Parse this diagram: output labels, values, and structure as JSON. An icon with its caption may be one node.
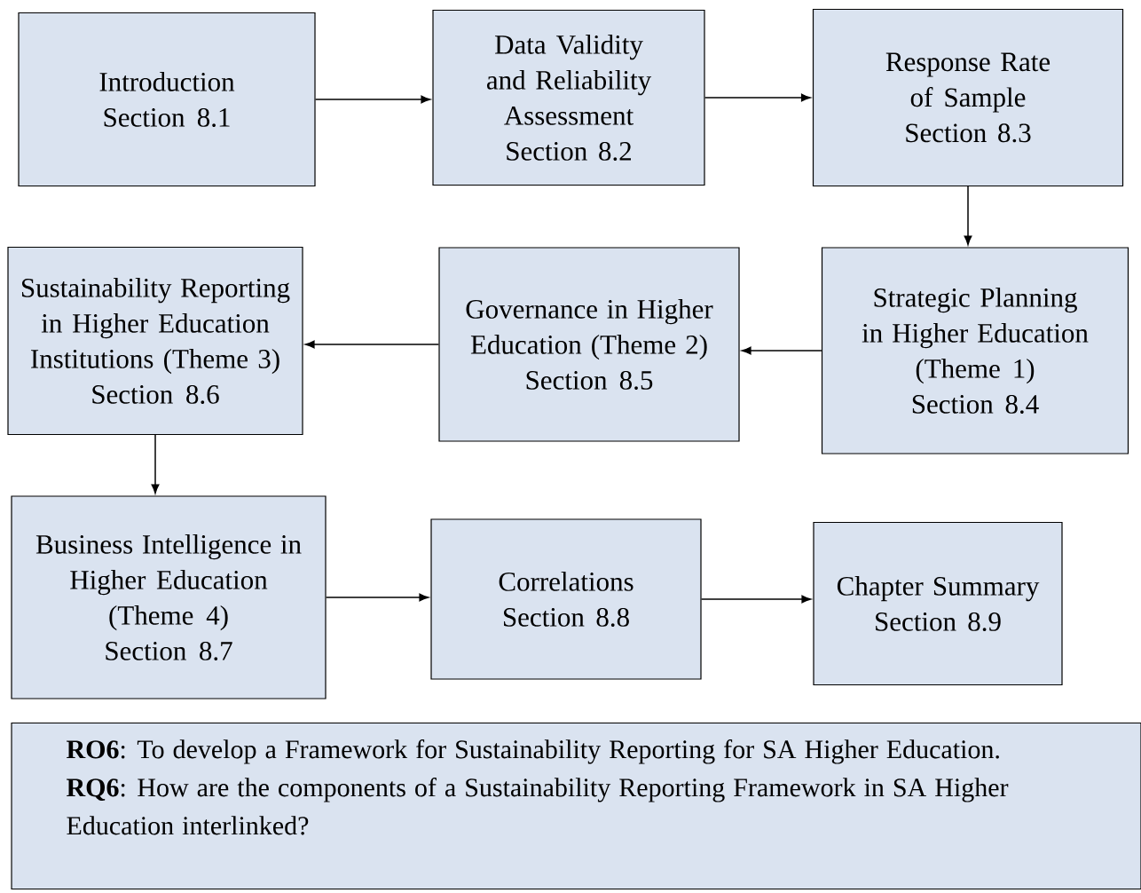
{
  "diagram": {
    "nodes": [
      {
        "text": [
          "Introduction",
          "Section 8.1"
        ]
      },
      {
        "text": [
          "Data Validity and Reliability Assessment",
          "Section 8.2"
        ]
      },
      {
        "text": [
          "Response Rate of Sample",
          "Section 8.3"
        ]
      },
      {
        "text": [
          "Strategic Planning in Higher Education (Theme 1)",
          "Section 8.4"
        ]
      },
      {
        "text": [
          "Governance in Higher Education (Theme 2)",
          "Section 8.5"
        ]
      },
      {
        "text": [
          "Sustainability Reporting in Higher Education Institutions (Theme 3)",
          "Section 8.6"
        ]
      },
      {
        "text": [
          "Business Intelligence in Higher Education (Theme 4)",
          "Section 8.7"
        ]
      },
      {
        "text": [
          "Correlations",
          "Section 8.8"
        ]
      },
      {
        "text": [
          "Chapter Summary",
          "Section 8.9"
        ]
      },
      {
        "text": [
          "**RO6**: To develop a Framework for Sustainability Reporting for SA Higher Education.",
          "**RQ6**: How are the components of a Sustainability Reporting Framework in SA Higher Education interlinked?"
        ]
      }
    ],
    "edges": [
      {
        "from": 0,
        "to": 1,
        "arrow": "to"
      },
      {
        "from": 1,
        "to": 2,
        "arrow": "to"
      },
      {
        "from": 2,
        "to": 3,
        "arrow": "to"
      },
      {
        "from": 3,
        "to": 4,
        "arrow": "to"
      },
      {
        "from": 4,
        "to": 5,
        "arrow": "to"
      },
      {
        "from": 5,
        "to": 6,
        "arrow": "to"
      },
      {
        "from": 6,
        "to": 7,
        "arrow": "to"
      },
      {
        "from": 7,
        "to": 8,
        "arrow": "to"
      }
    ]
  }
}
